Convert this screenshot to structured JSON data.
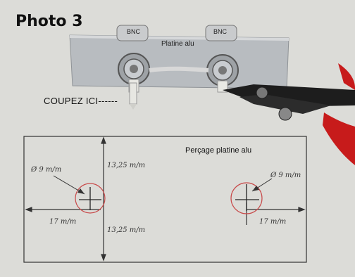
{
  "title": "Photo 3",
  "bnc_left": "BNC",
  "bnc_right": "BNC",
  "plate_label": "Platine alu",
  "cut_label": "COUPEZ ICI------",
  "drawing_title": "Perçage platine alu",
  "dim_top": "13,25 m/m",
  "dim_bottom": "13,25 m/m",
  "dim_left": "17 m/m",
  "dim_right": "17 m/m",
  "hole_left": "Ø 9 m/m",
  "hole_right": "Ø 9 m/m"
}
